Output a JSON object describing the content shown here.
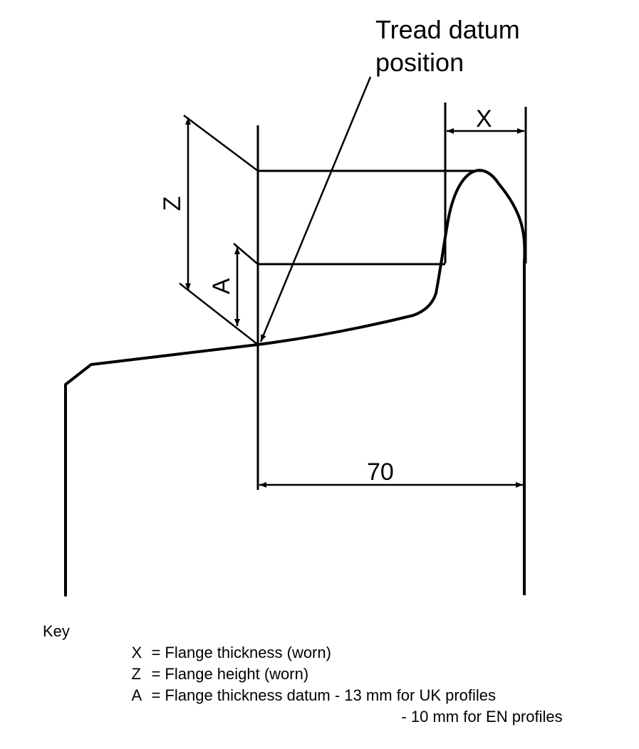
{
  "labels": {
    "tread_datum_line1": "Tread datum",
    "tread_datum_line2": "position",
    "dim_x": "X",
    "dim_z": "Z",
    "dim_a": "A",
    "dim_70": "70"
  },
  "key": {
    "title": "Key",
    "rows": [
      {
        "symbol": "X",
        "text": "= Flange thickness (worn)"
      },
      {
        "symbol": "Z",
        "text": "= Flange height (worn)"
      },
      {
        "symbol": "A",
        "text": "= Flange thickness datum - 13 mm for UK profiles"
      },
      {
        "symbol": "",
        "text": "- 10 mm for EN profiles"
      }
    ]
  }
}
